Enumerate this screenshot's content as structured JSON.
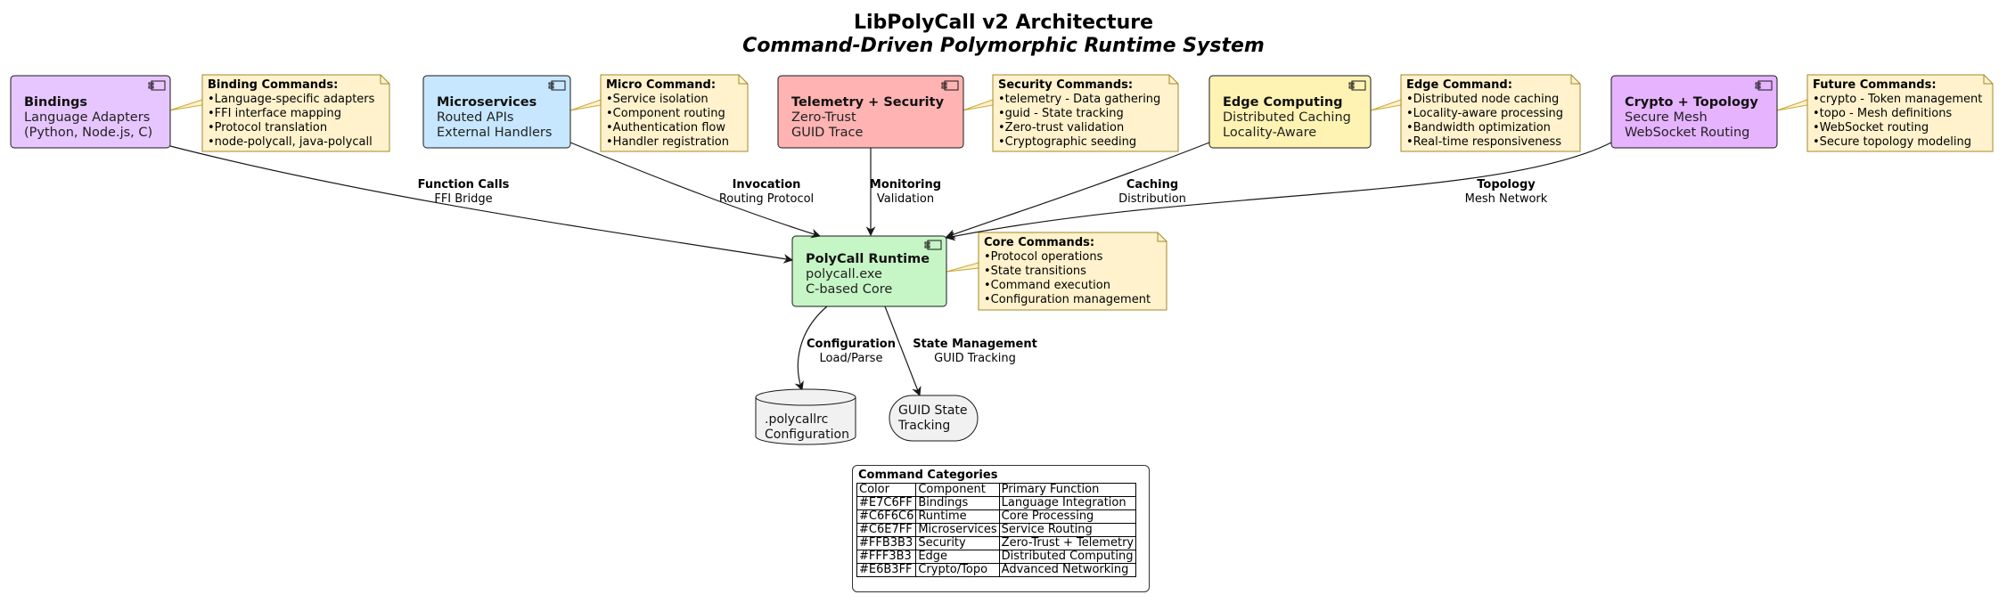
{
  "title": "LibPolyCall v2 Architecture",
  "subtitle": "Command-Driven Polymorphic Runtime System",
  "components": {
    "bindings": {
      "name": "Bindings",
      "line1": "Language Adapters",
      "line2": "(Python, Node.js, C)",
      "fill": "#E7C6FF"
    },
    "microservices": {
      "name": "Microservices",
      "line1": "Routed APIs",
      "line2": "External Handlers",
      "fill": "#C6E7FF"
    },
    "telemetry": {
      "name": "Telemetry + Security",
      "line1": "Zero-Trust",
      "line2": "GUID Trace",
      "fill": "#FFB3B3"
    },
    "edge": {
      "name": "Edge Computing",
      "line1": "Distributed Caching",
      "line2": "Locality-Aware",
      "fill": "#FFF3B3"
    },
    "crypto": {
      "name": "Crypto + Topology",
      "line1": "Secure Mesh",
      "line2": "WebSocket Routing",
      "fill": "#E6B3FF"
    },
    "runtime": {
      "name": "PolyCall Runtime",
      "line1": "polycall.exe",
      "line2": "C-based Core",
      "fill": "#C6F6C6"
    }
  },
  "notes": {
    "bindings": {
      "title": "Binding Commands:",
      "items": [
        "Language-specific adapters",
        "FFI interface mapping",
        "Protocol translation",
        "node-polycall, java-polycall"
      ]
    },
    "micro": {
      "title": "Micro Command:",
      "items": [
        "Service isolation",
        "Component routing",
        "Authentication flow",
        "Handler registration"
      ]
    },
    "security": {
      "title": "Security Commands:",
      "items": [
        "telemetry - Data gathering",
        "guid - State tracking",
        "Zero-trust validation",
        "Cryptographic seeding"
      ]
    },
    "edge": {
      "title": "Edge Command:",
      "items": [
        "Distributed node caching",
        "Locality-aware processing",
        "Bandwidth optimization",
        "Real-time responsiveness"
      ]
    },
    "future": {
      "title": "Future Commands:",
      "items": [
        "crypto - Token management",
        "topo - Mesh definitions",
        "WebSocket routing",
        "Secure topology modeling"
      ]
    },
    "core": {
      "title": "Core Commands:",
      "items": [
        "Protocol operations",
        "State transitions",
        "Command execution",
        "Configuration management"
      ]
    }
  },
  "edges": {
    "bindings": {
      "bold": "Function Calls",
      "normal": "FFI Bridge"
    },
    "micro": {
      "bold": "Invocation",
      "normal": "Routing Protocol"
    },
    "telemetry": {
      "bold": "Monitoring",
      "normal": "Validation"
    },
    "edge": {
      "bold": "Caching",
      "normal": "Distribution"
    },
    "crypto": {
      "bold": "Topology",
      "normal": "Mesh Network"
    },
    "config": {
      "bold": "Configuration",
      "normal": "Load/Parse"
    },
    "state": {
      "bold": "State Management",
      "normal": "GUID Tracking"
    }
  },
  "stores": {
    "config": {
      "line1": ".polycallrc",
      "line2": "Configuration"
    },
    "guid": {
      "line1": "GUID State",
      "line2": "Tracking"
    }
  },
  "legend": {
    "title": "Command Categories",
    "headers": [
      "Color",
      "Component",
      "Primary Function"
    ],
    "rows": [
      [
        "#E7C6FF",
        "Bindings",
        "Language Integration"
      ],
      [
        "#C6F6C6",
        "Runtime",
        "Core Processing"
      ],
      [
        "#C6E7FF",
        "Microservices",
        "Service Routing"
      ],
      [
        "#FFB3B3",
        "Security",
        "Zero-Trust + Telemetry"
      ],
      [
        "#FFF3B3",
        "Edge",
        "Distributed Computing"
      ],
      [
        "#E6B3FF",
        "Crypto/Topo",
        "Advanced Networking"
      ]
    ]
  }
}
